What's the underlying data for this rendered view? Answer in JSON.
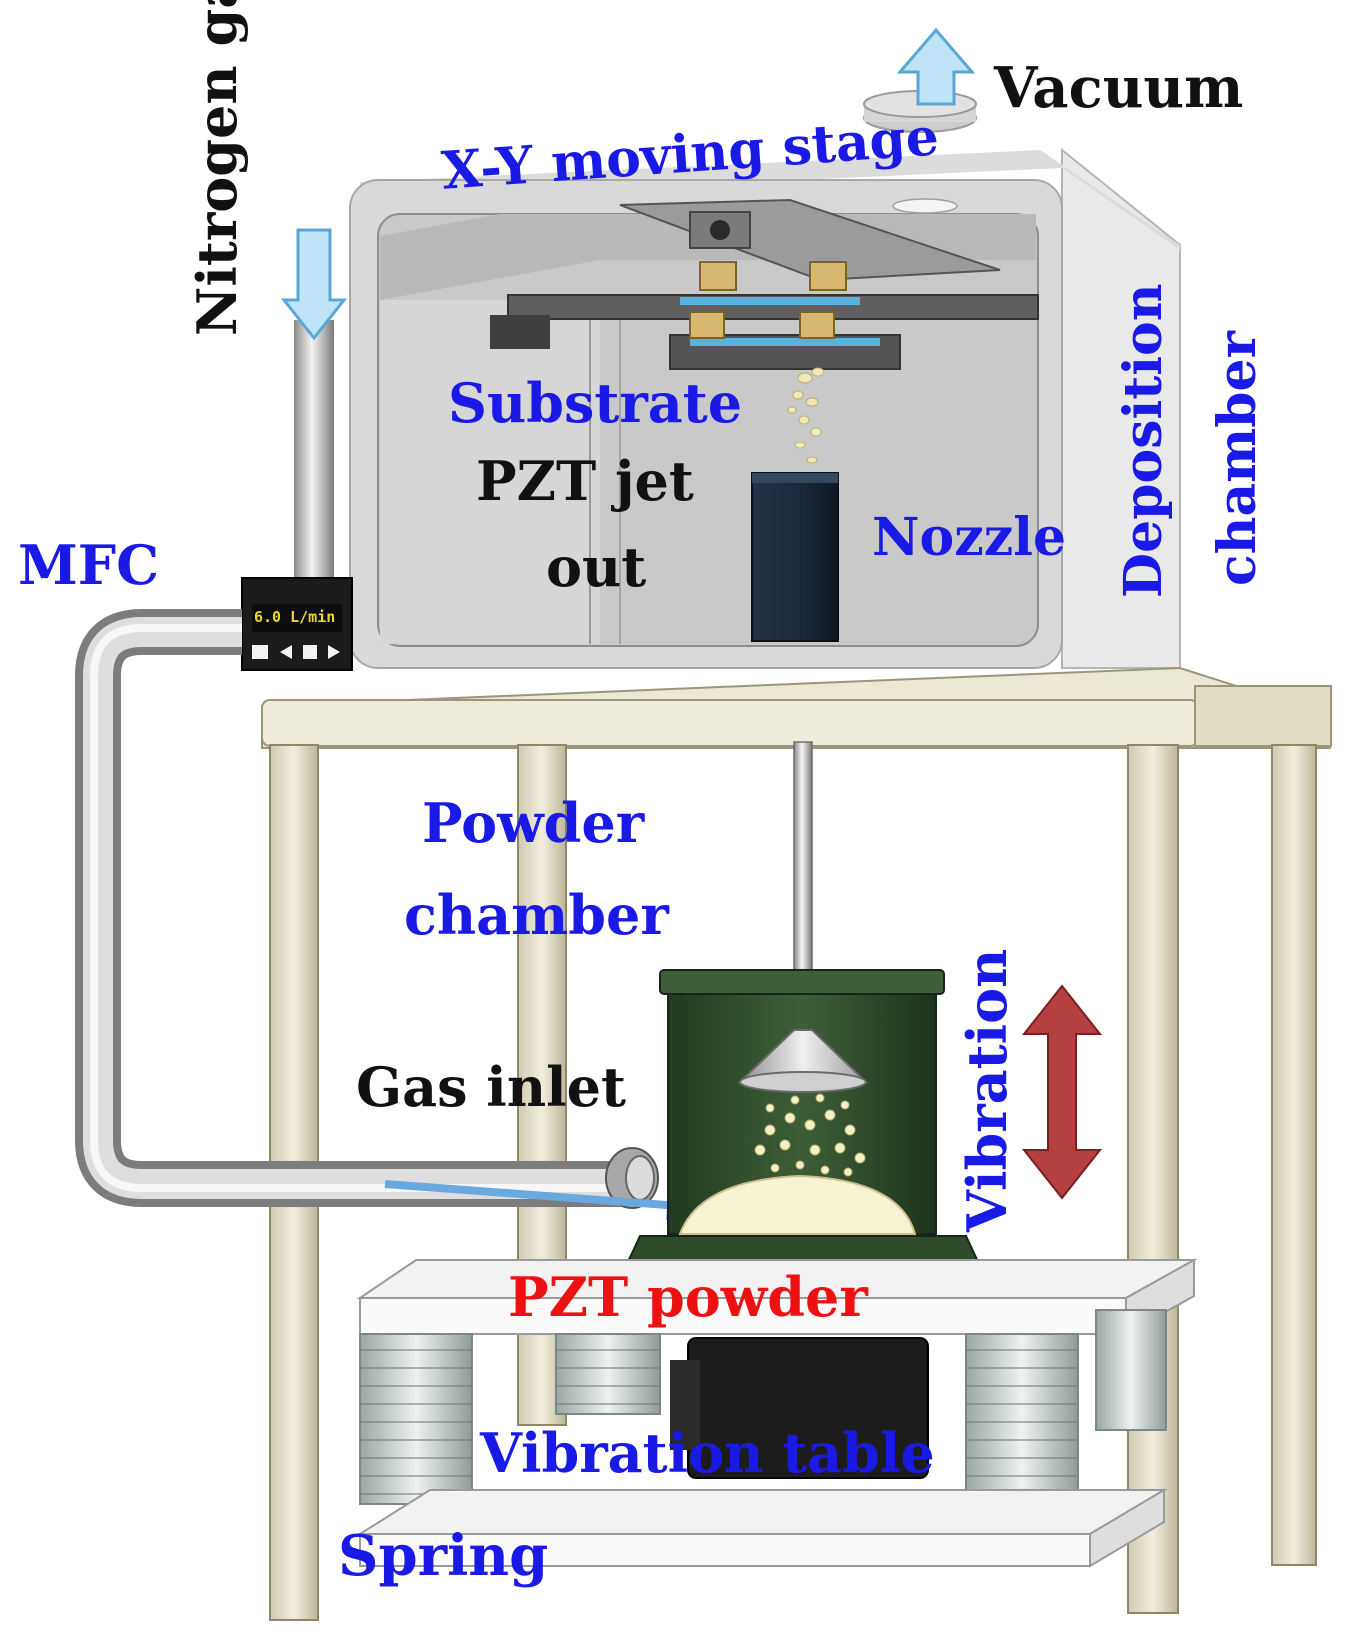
{
  "labels": {
    "vacuum": "Vacuum",
    "xy_stage": "X-Y moving stage",
    "nitrogen_gas": "Nitrogen gas",
    "deposition_chamber_line1": "Deposition",
    "deposition_chamber_line2": "chamber",
    "substrate": "Substrate",
    "pzt_jet_line1": "PZT jet",
    "pzt_jet_line2": "out",
    "nozzle": "Nozzle",
    "mfc": "MFC",
    "mfc_display": "6.0 L/min",
    "powder_chamber_line1": "Powder",
    "powder_chamber_line2": "chamber",
    "vibration": "Vibration",
    "gas_inlet": "Gas inlet",
    "pzt_powder": "PZT powder",
    "vibration_table": "Vibration table",
    "spring": "Spring"
  },
  "colors": {
    "label_blue": "#1a1ae6",
    "label_black": "#111111",
    "label_red": "#ee1111",
    "arrow_light_blue": "#9fd4f2",
    "arrow_dark_red": "#b44040",
    "chamber_gray": "#e6e6e6",
    "table_beige": "#e8e4d2",
    "powder_chamber_green": "#2d4a2a",
    "nozzle_navy": "#1a2838"
  },
  "icons": [
    "vacuum-arrow-icon",
    "nitrogen-arrow-icon",
    "vibration-arrow-icon",
    "gas-flow-arrow-icon"
  ]
}
